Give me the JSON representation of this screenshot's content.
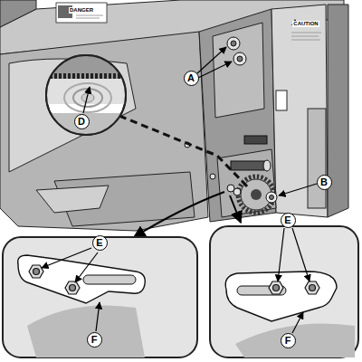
{
  "diagram": {
    "labels": [
      "DANGER",
      "CAUTION",
      "A",
      "B",
      "D",
      "E",
      "E",
      "F",
      "F"
    ]
  }
}
